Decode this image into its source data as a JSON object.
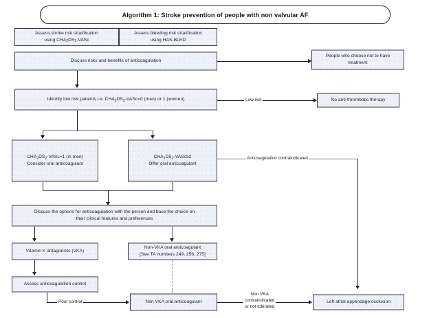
{
  "title": "Algorithm 1: Stroke prevention of people with non valvular AF",
  "nodes": {
    "assess_stroke": {
      "line1": "Assess stroke risk stratification",
      "line2_pre": "using CHA",
      "sub1": "2",
      "line2_mid": "DS",
      "sub2": "2",
      "line2_post": "-VASc"
    },
    "assess_bleeding": {
      "line1": "Assess bleeding risk stratification",
      "line2": "using HAS-BLED"
    },
    "discuss_risks": {
      "label": "Discuss risks and benefits of anticoagulation"
    },
    "no_treatment": {
      "line1": "People who choose not to have",
      "line2": "treatment"
    },
    "identify_low_risk": {
      "pre": "Identify low risk patients i.e. CHA",
      "sub1": "2",
      "mid": "DS",
      "sub2": "-VASc=0 (men) or 1 (women)",
      "sub2b": "2"
    },
    "no_antithrombotic": {
      "label": "No anti-thrombotic therapy"
    },
    "score_1_men": {
      "pre": "CHA",
      "sub1": "2",
      "mid": "DS",
      "sub2": "2",
      "post": "-VASc=1 (in men)",
      "line2": "Consider oral anticoagulant"
    },
    "score_2_plus": {
      "pre": "CHA",
      "sub1": "2",
      "mid": "DS",
      "sub2": "2",
      "post": "-VASc≥2",
      "line2": "Offer oral anticoagulant"
    },
    "discuss_options": {
      "line1": "Discuss the options for anticoagulation with the person and base the choice on",
      "line2": "their clinical features and preferences"
    },
    "vka": {
      "label": "Vitamin K antagonists (VKA)"
    },
    "non_vka_ta": {
      "line1": "Non-VKA oral anticoagulant",
      "line2": "[See TA numbers 249, 256, 275]"
    },
    "assess_control": {
      "label": "Assess anticoagulation control"
    },
    "non_vka_oral": {
      "label": "Non VKA oral anticoagulant"
    },
    "laa_occlusion": {
      "label": "Left atrial appendage occlusion"
    }
  },
  "edge_labels": {
    "low_risk": "Low risk",
    "anticoag_contraindicated": "Anticoagulation contraindicated",
    "poor_control": "Poor control",
    "non_vka_contra_l1": "Non VKA",
    "non_vka_contra_l2": "contraindicated",
    "non_vka_contra_l3": "or not tolerated"
  },
  "colors": {
    "node_fill": "#eef1f8",
    "node_border": "#3a3a42",
    "line": "#1c1c22"
  }
}
